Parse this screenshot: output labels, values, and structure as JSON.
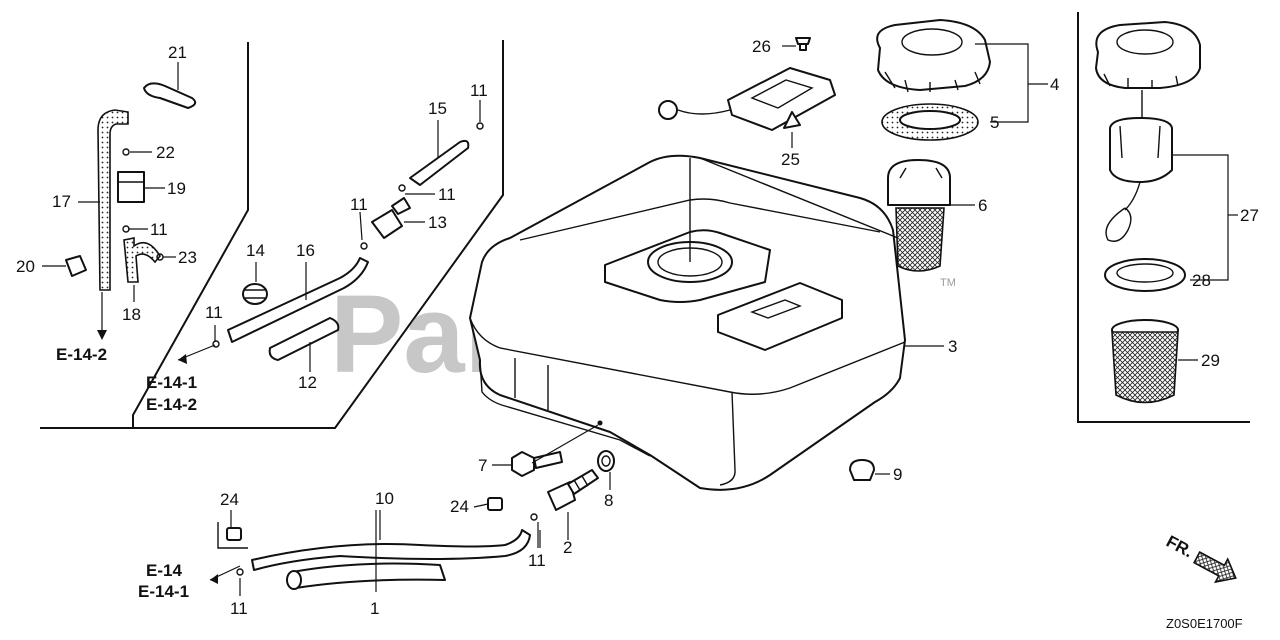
{
  "watermark": {
    "text": "PartsTree",
    "trademark": "TM"
  },
  "diagram_code": "Z0S0E1700F",
  "front_indicator": "FR.",
  "callouts": [
    {
      "id": "1",
      "text": "1"
    },
    {
      "id": "2",
      "text": "2"
    },
    {
      "id": "3",
      "text": "3"
    },
    {
      "id": "4",
      "text": "4"
    },
    {
      "id": "5",
      "text": "5"
    },
    {
      "id": "6",
      "text": "6"
    },
    {
      "id": "7",
      "text": "7"
    },
    {
      "id": "8",
      "text": "8"
    },
    {
      "id": "9",
      "text": "9"
    },
    {
      "id": "10",
      "text": "10"
    },
    {
      "id": "11",
      "text": "11"
    },
    {
      "id": "12",
      "text": "12"
    },
    {
      "id": "13",
      "text": "13"
    },
    {
      "id": "14",
      "text": "14"
    },
    {
      "id": "15",
      "text": "15"
    },
    {
      "id": "16",
      "text": "16"
    },
    {
      "id": "17",
      "text": "17"
    },
    {
      "id": "18",
      "text": "18"
    },
    {
      "id": "19",
      "text": "19"
    },
    {
      "id": "20",
      "text": "20"
    },
    {
      "id": "21",
      "text": "21"
    },
    {
      "id": "22",
      "text": "22"
    },
    {
      "id": "23",
      "text": "23"
    },
    {
      "id": "24",
      "text": "24"
    },
    {
      "id": "25",
      "text": "25"
    },
    {
      "id": "26",
      "text": "26"
    },
    {
      "id": "27",
      "text": "27"
    },
    {
      "id": "28",
      "text": "28"
    },
    {
      "id": "29",
      "text": "29"
    }
  ],
  "references": {
    "e14": "E-14",
    "e14_1": "E-14-1",
    "e14_2": "E-14-2"
  }
}
